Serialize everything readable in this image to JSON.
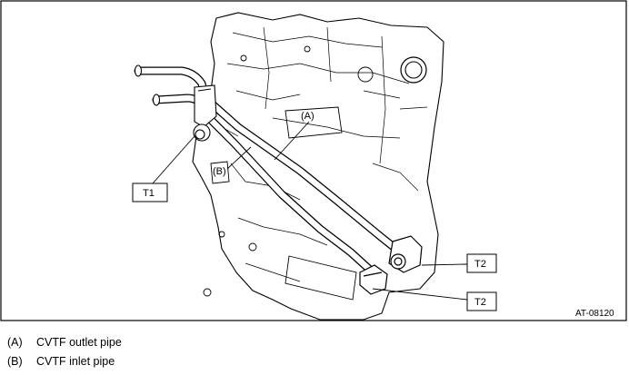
{
  "diagram": {
    "figure_id": "AT-08120",
    "callouts": {
      "a": "(A)",
      "b": "(B)",
      "t1": "T1",
      "t2_upper": "T2",
      "t2_lower": "T2"
    }
  },
  "legend": [
    {
      "key": "(A)",
      "text": "CVTF outlet pipe"
    },
    {
      "key": "(B)",
      "text": "CVTF inlet pipe"
    }
  ]
}
